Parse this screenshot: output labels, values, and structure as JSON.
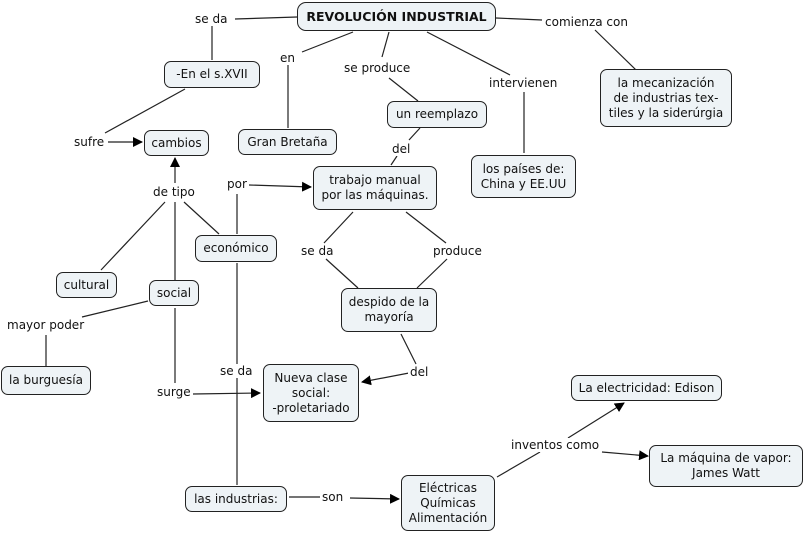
{
  "map": {
    "title": "REVOLUCIÓN INDUSTRIAL",
    "concepts": {
      "s_xvii": "-En el s.XVII",
      "cambios": "cambios",
      "gran_bretana": "Gran Bretaña",
      "reemplazo": "un reemplazo",
      "trabajo": "trabajo manual\npor las máquinas.",
      "paises": "los países de:\nChina y EE.UU",
      "mecanizacion": "la mecanización\nde industrias tex-\ntiles y la siderúrgia",
      "economico": "económico",
      "cultural": "cultural",
      "social": "social",
      "burguesia": "la burguesía",
      "despido": "despido de la\nmayoría",
      "nueva_clase": "Nueva clase\nsocial:\n-proletariado",
      "industrias": "las industrias:",
      "electricas": "Eléctricas\nQuímicas\nAlimentación",
      "electricidad": "La electricidad: Edison",
      "vapor": "La máquina de vapor:\nJames Watt"
    },
    "links": {
      "se_da_1": "se da",
      "en": "en",
      "se_produce": "se produce",
      "intervienen": "intervienen",
      "comienza_con": "comienza con",
      "sufre": "sufre",
      "del_1": "del",
      "de_tipo": "de tipo",
      "por": "por",
      "se_da_2": "se da",
      "produce": "produce",
      "mayor_poder": "mayor poder",
      "surge": "surge",
      "se_da_3": "se da",
      "del_2": "del",
      "son": "son",
      "inventos_como": "inventos como"
    }
  }
}
